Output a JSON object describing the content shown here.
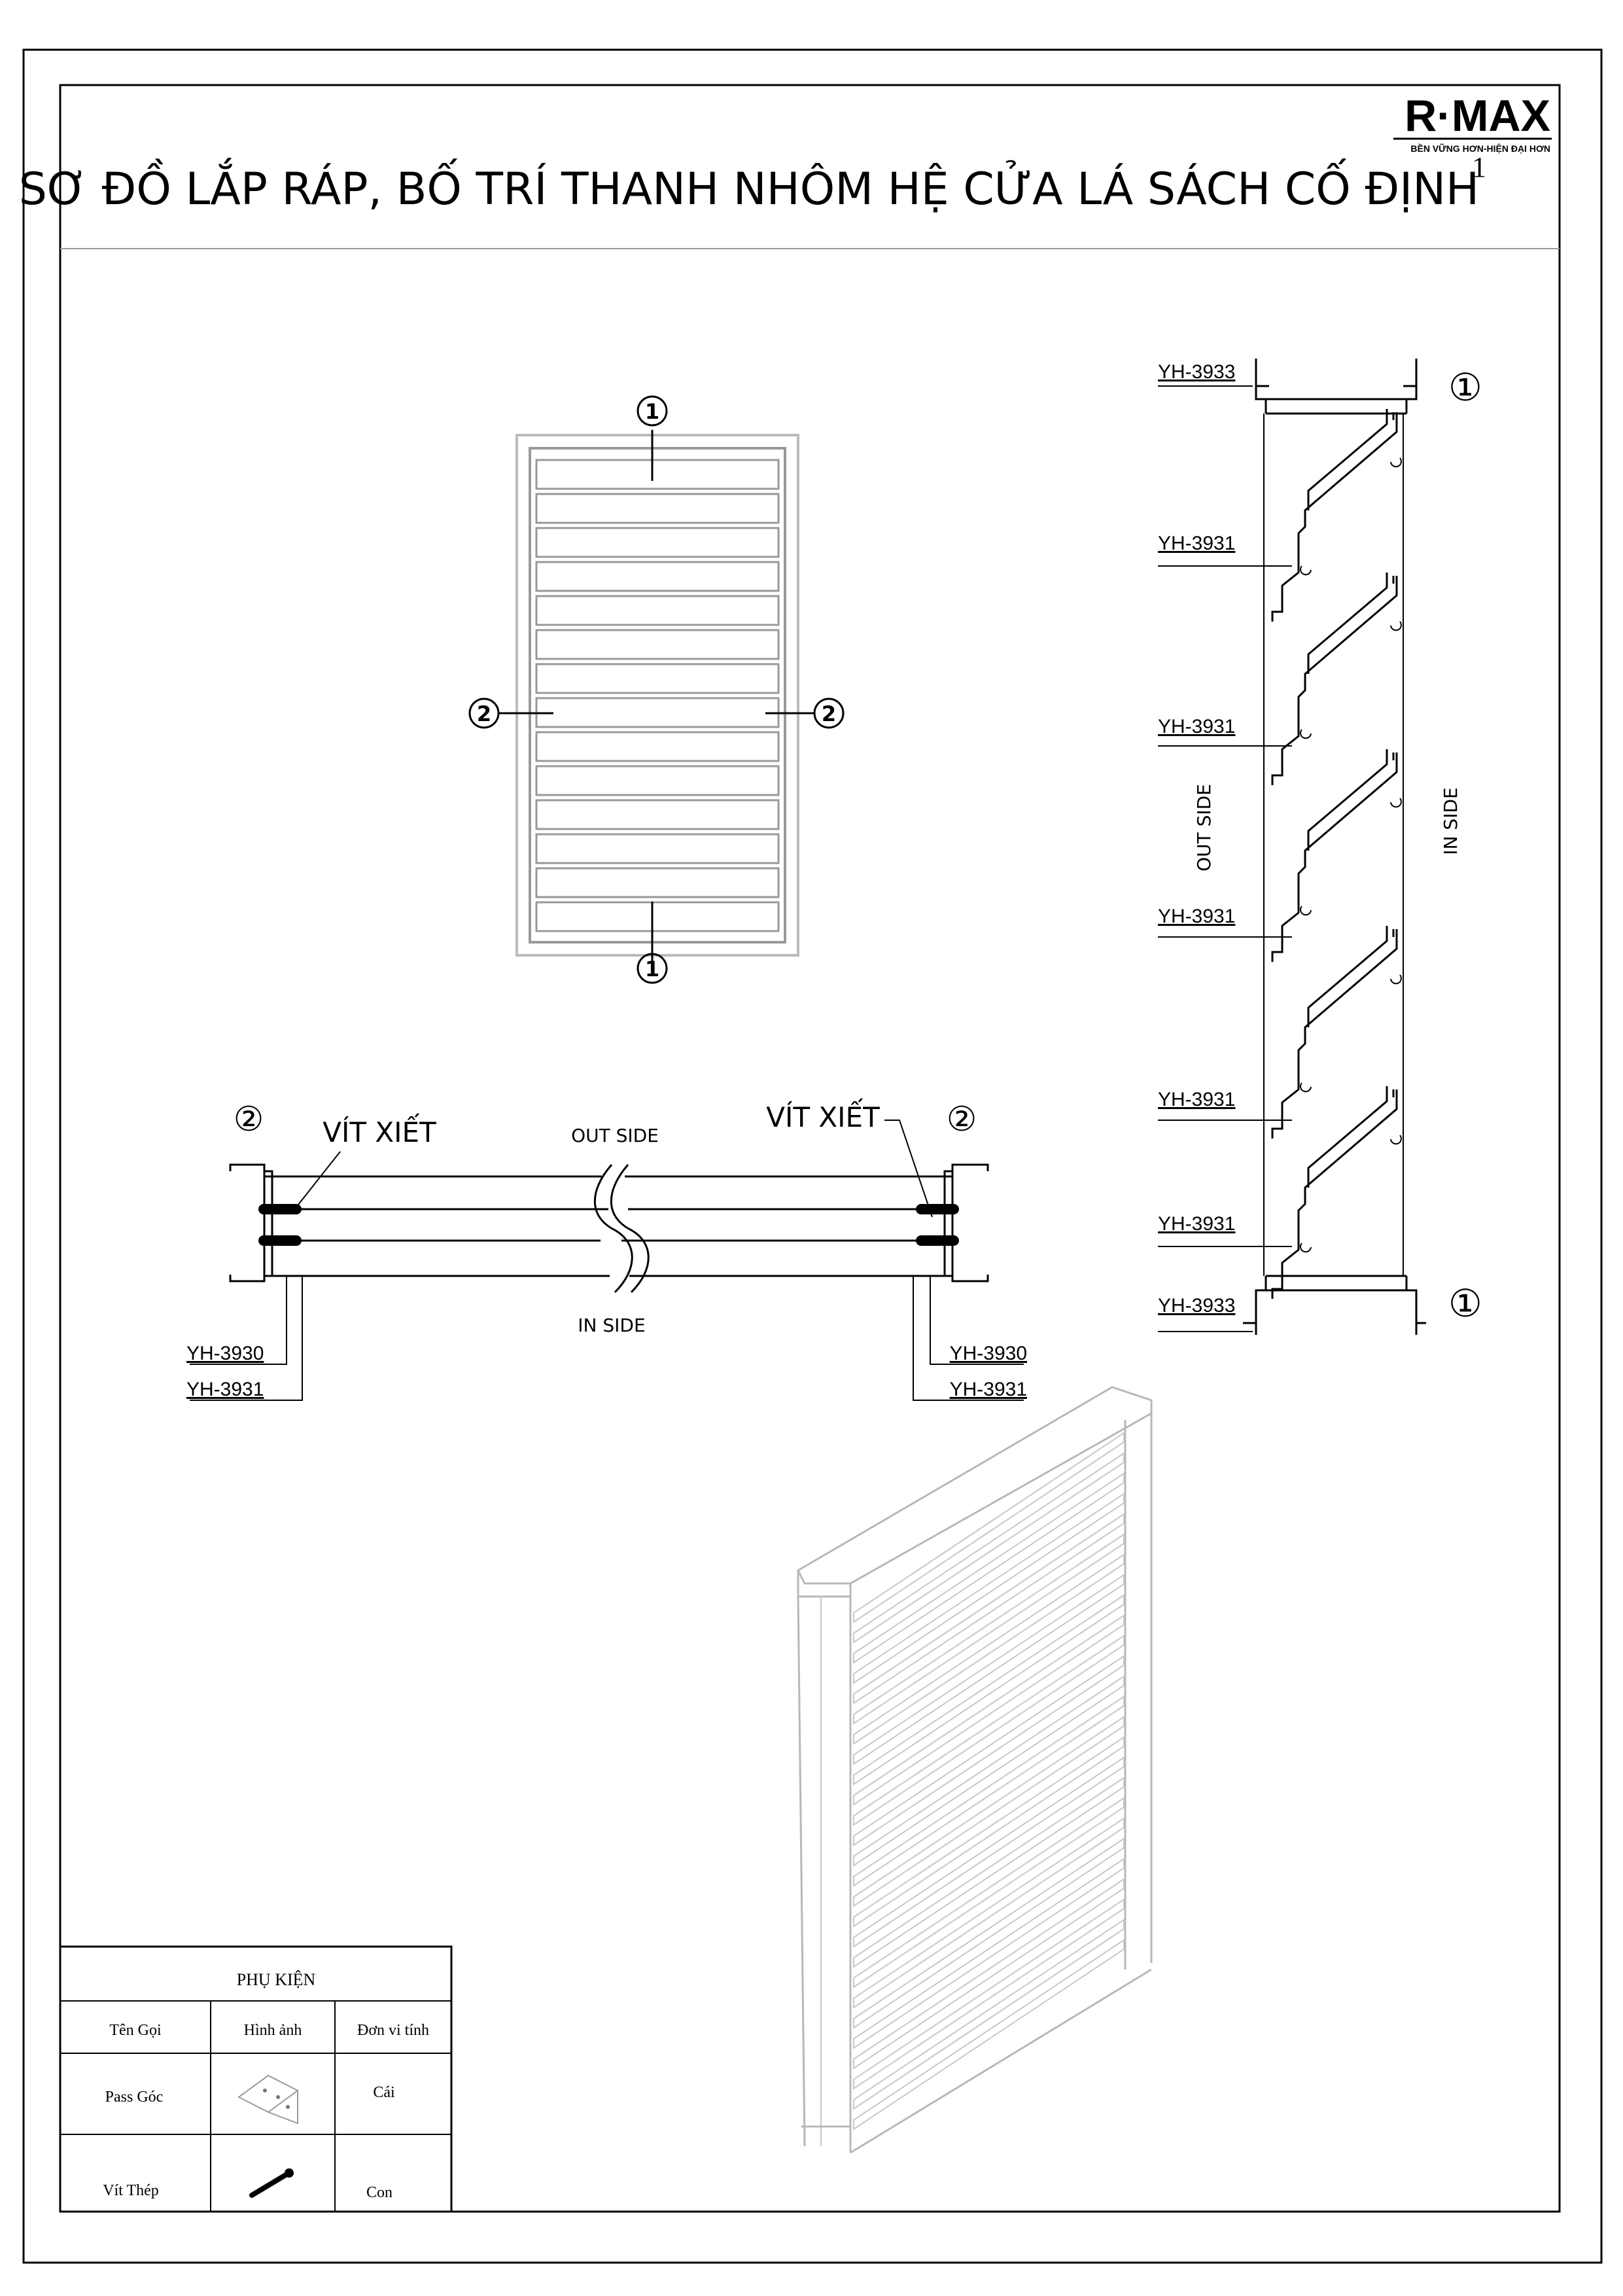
{
  "title": "SƠ ĐỒ LẮP RÁP, BỐ TRÍ THANH NHÔM HỆ CỬA LÁ SÁCH CỐ ĐỊNH",
  "page_number": "1",
  "logo": {
    "brand": "R·MAX",
    "slogan": "BỀN VỮNG HƠN-HIỆN ĐẠI HƠN"
  },
  "front_view": {
    "marker_top": "1",
    "marker_bottom": "1",
    "marker_left": "2",
    "marker_right": "2"
  },
  "cross_section": {
    "marker_left": "②",
    "marker_right": "②",
    "label_left": "VÍT XIẾT",
    "label_right": "VÍT XIẾT",
    "out_side": "OUT SIDE",
    "in_side": "IN SIDE",
    "codes_left": [
      "YH-3930",
      "YH-3931"
    ],
    "codes_right": [
      "YH-3930",
      "YH-3931"
    ]
  },
  "side_section": {
    "marker_top": "①",
    "marker_bottom": "①",
    "out_side": "OUT SIDE",
    "in_side": "IN SIDE",
    "codes": [
      "YH-3933",
      "YH-3931",
      "YH-3931",
      "YH-3931",
      "YH-3931",
      "YH-3931",
      "YH-3933"
    ]
  },
  "accessories": {
    "heading": "PHỤ KIỆN",
    "columns": [
      "Tên Gọi",
      "Hình ảnh",
      "Đơn vi tính"
    ],
    "rows": [
      {
        "name": "Pass Góc",
        "image": "corner-bracket-icon",
        "unit": "Cái"
      },
      {
        "name": "Vít Thép",
        "image": "steel-screw-icon",
        "unit": "Con"
      }
    ]
  }
}
